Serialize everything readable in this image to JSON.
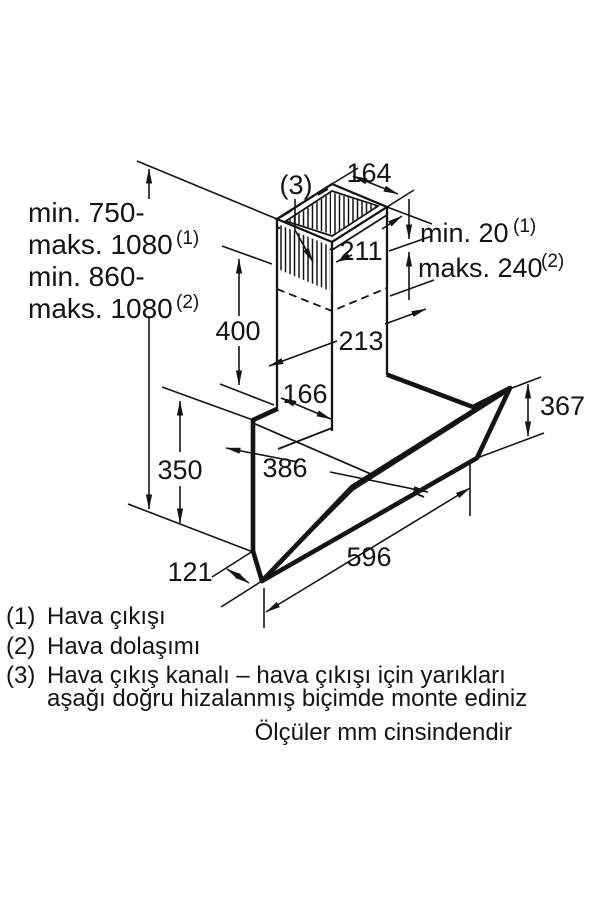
{
  "diagram": {
    "duct_label": "(3)",
    "dims": {
      "chimney_top_depth": "164",
      "chimney_upper_width": "211",
      "chimney_lower_width": "213",
      "chimney_lower_depth": "166",
      "chimney_height": "400",
      "body_rear_height": "350",
      "glass_front_height": "367",
      "body_depth_top": "386",
      "body_width": "596",
      "body_depth_bottom": "121"
    },
    "wall_range": {
      "line1": "min. 750-",
      "line2": "maks. 1080",
      "line2_sup": "(1)",
      "line3": "min. 860-",
      "line4": "maks. 1080",
      "line4_sup": "(2)"
    },
    "telescope": {
      "min_label": "min. 20",
      "min_sup": "(1)",
      "max_label": "maks. 240",
      "max_sup": "(2)"
    }
  },
  "footnotes": {
    "items": [
      {
        "num": "(1)",
        "text": "Hava çıkışı"
      },
      {
        "num": "(2)",
        "text": "Hava dolaşımı"
      },
      {
        "num": "(3)",
        "text": "Hava çıkış kanalı – hava çıkışı için yarıkları",
        "text2": "aşağı doğru hizalanmış biçimde monte ediniz"
      }
    ],
    "note": "Ölçüler mm cinsindendir"
  },
  "colors": {
    "ink": "#141414",
    "background": "#ffffff"
  }
}
